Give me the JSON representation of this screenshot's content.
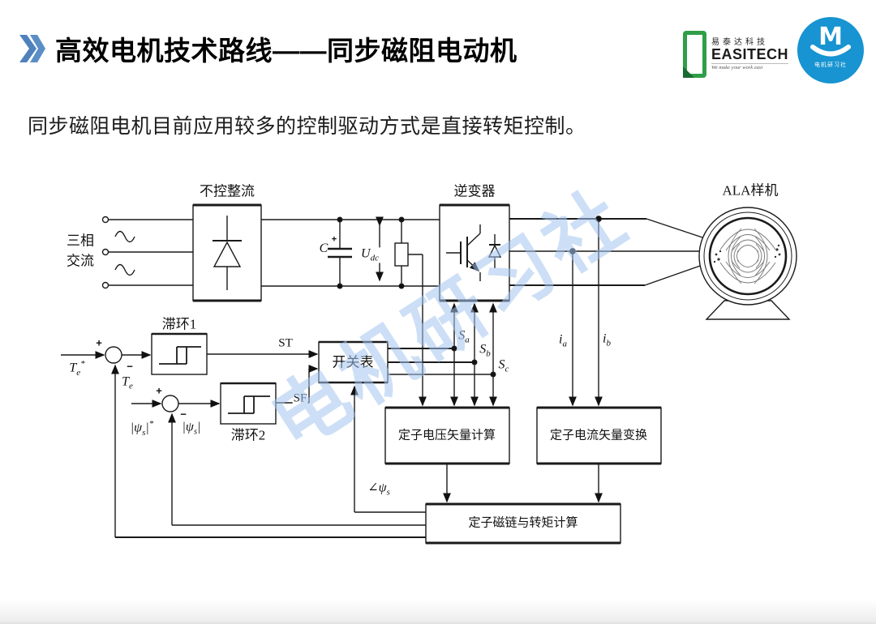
{
  "slide": {
    "title": "高效电机技术路线——同步磁阻电动机",
    "intro": "同步磁阻电机目前应用较多的控制驱动方式是直接转矩控制。",
    "watermark": "电机研习社",
    "accent_color": "#4f81bd"
  },
  "logos": {
    "easitech": {
      "cn": "易泰达科技",
      "en": "EASITECH",
      "tagline": "We make your work easi"
    },
    "society": {
      "monogram": "M",
      "name": "电机研习社"
    }
  },
  "diagram": {
    "blocks": {
      "rectifier": "不控整流",
      "inverter": "逆变器",
      "motor": "ALA样机",
      "hysteresis1": "滞环1",
      "hysteresis2": "滞环2",
      "switch_table": "开关表",
      "voltage_calc": "定子电压矢量计算",
      "current_calc": "定子电流矢量变换",
      "flux_torque_calc": "定子磁链与转矩计算"
    },
    "labels": {
      "source_line1": "三相",
      "source_line2": "交流",
      "capacitor": "C",
      "cap_plus": "+",
      "st": "ST",
      "sf": "SF",
      "plus1": "+",
      "minus1": "−",
      "plus2": "+",
      "minus2": "−"
    },
    "signals": {
      "udc": {
        "main": "U",
        "sub": "dc"
      },
      "te_ref": {
        "main": "T",
        "sub": "e",
        "sup": "*"
      },
      "te": {
        "main": "T",
        "sub": "e"
      },
      "psi_ref": {
        "main": "|ψ",
        "sub": "s",
        "tail": "|",
        "sup": "*"
      },
      "psi": {
        "main": "|ψ",
        "sub": "s",
        "tail": "|"
      },
      "psi_angle": {
        "main": "∠ψ",
        "sub": "s"
      },
      "sa": {
        "main": "S",
        "sub": "a"
      },
      "sb": {
        "main": "S",
        "sub": "b"
      },
      "sc": {
        "main": "S",
        "sub": "c"
      },
      "ia": {
        "main": "i",
        "sub": "a"
      },
      "ib": {
        "main": "i",
        "sub": "b"
      }
    }
  }
}
